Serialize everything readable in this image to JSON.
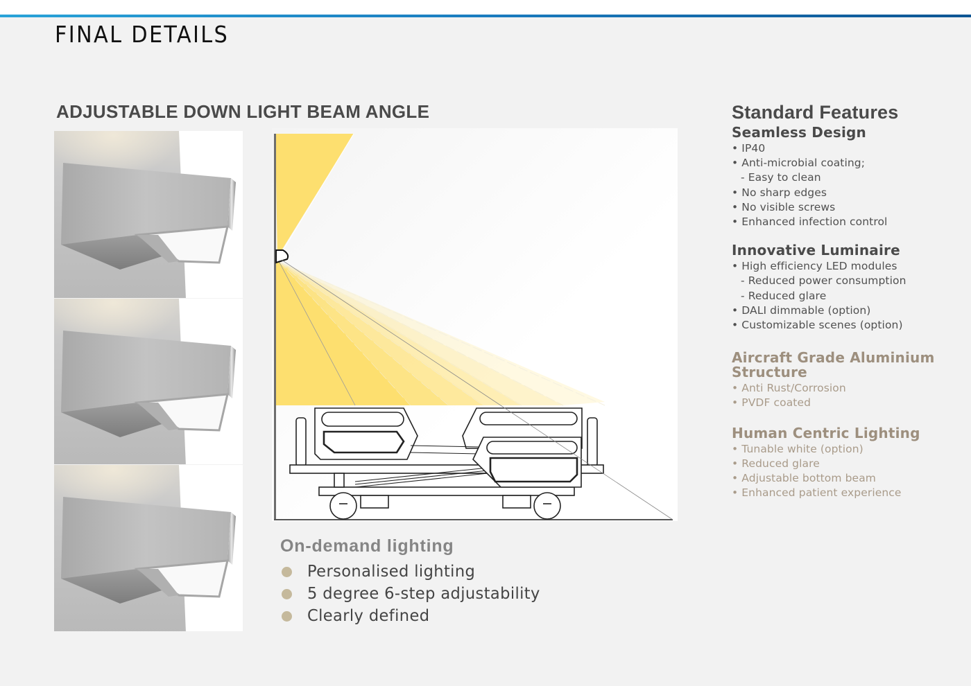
{
  "header": {
    "title": "FINAL DETAILS",
    "rule_colors": [
      "#29a3d8",
      "#0d5593"
    ]
  },
  "main": {
    "heading": "ADJUSTABLE DOWN LIGHT BEAM ANGLE",
    "renders": [
      {
        "name": "luminaire-render-1"
      },
      {
        "name": "luminaire-render-2"
      },
      {
        "name": "luminaire-render-3"
      }
    ],
    "diagram": {
      "beam_color": "#fddf6f",
      "steps": 6,
      "step_degrees": 5
    },
    "on_demand": {
      "title": "On-demand lighting",
      "bullet_color": "#c5b99c",
      "items": [
        "Personalised lighting",
        "5 degree 6-step adjustability",
        "Clearly defined"
      ]
    }
  },
  "features": {
    "title": "Standard Features",
    "groups": [
      {
        "title": "Seamless Design",
        "items": [
          {
            "text": "• IP40",
            "sub": false
          },
          {
            "text": "• Anti-microbial coating;",
            "sub": false
          },
          {
            "text": "- Easy to clean",
            "sub": true
          },
          {
            "text": "• No sharp edges",
            "sub": false
          },
          {
            "text": "• No visible screws",
            "sub": false
          },
          {
            "text": "• Enhanced infection control",
            "sub": false
          }
        ]
      },
      {
        "title": "Innovative Luminaire",
        "items": [
          {
            "text": "• High efficiency LED modules",
            "sub": false
          },
          {
            "text": "- Reduced power consumption",
            "sub": true
          },
          {
            "text": "- Reduced glare",
            "sub": true
          },
          {
            "text": "• DALI dimmable (option)",
            "sub": false
          },
          {
            "text": "• Customizable scenes (option)",
            "sub": false
          }
        ]
      },
      {
        "title": "Aircraft Grade Aluminium Structure",
        "items": [
          {
            "text": "• Anti Rust/Corrosion",
            "sub": false
          },
          {
            "text": "• PVDF coated",
            "sub": false
          }
        ]
      },
      {
        "title": "Human Centric Lighting",
        "items": [
          {
            "text": "• Tunable white (option)",
            "sub": false
          },
          {
            "text": "• Reduced glare",
            "sub": false
          },
          {
            "text": "• Adjustable bottom beam",
            "sub": false
          },
          {
            "text": "• Enhanced patient experience",
            "sub": false
          }
        ]
      }
    ]
  }
}
